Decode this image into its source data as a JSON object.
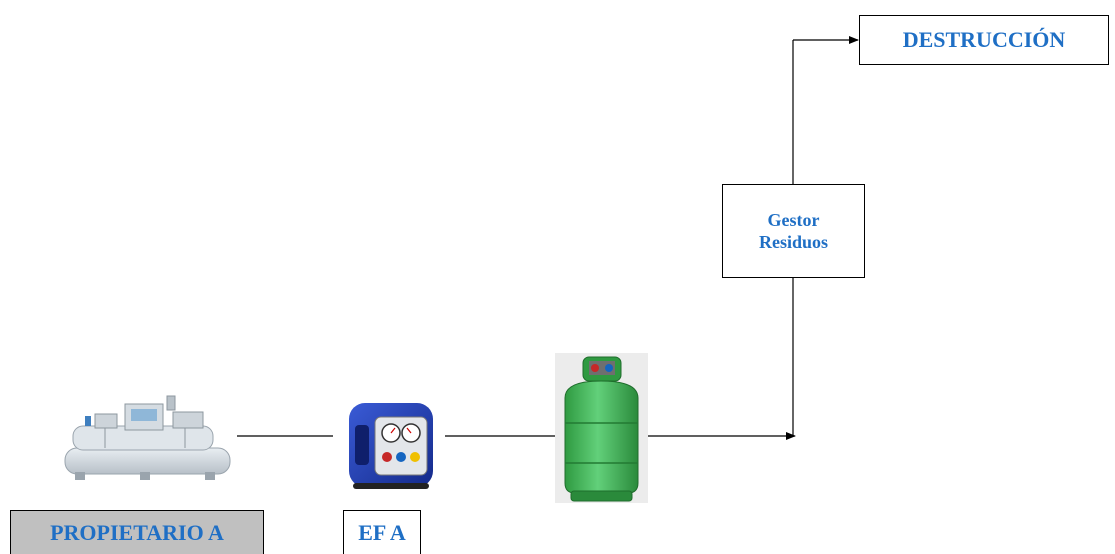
{
  "diagram": {
    "nodes": {
      "destruccion": {
        "label": "DESTRUCCIÓN"
      },
      "gestor": {
        "line1": "Gestor",
        "line2": "Residuos"
      },
      "propietario": {
        "label": "PROPIETARIO A"
      },
      "efa": {
        "label": "EF A"
      }
    },
    "images": [
      "chiller-unit",
      "refrigerant-recovery-machine",
      "refrigerant-gas-cylinder"
    ],
    "colors": {
      "label_text": "#1f6fc5",
      "propietario_fill": "#c0c0c0",
      "cylinder_green": "#3ab44f",
      "recovery_blue": "#1c38b4"
    }
  }
}
